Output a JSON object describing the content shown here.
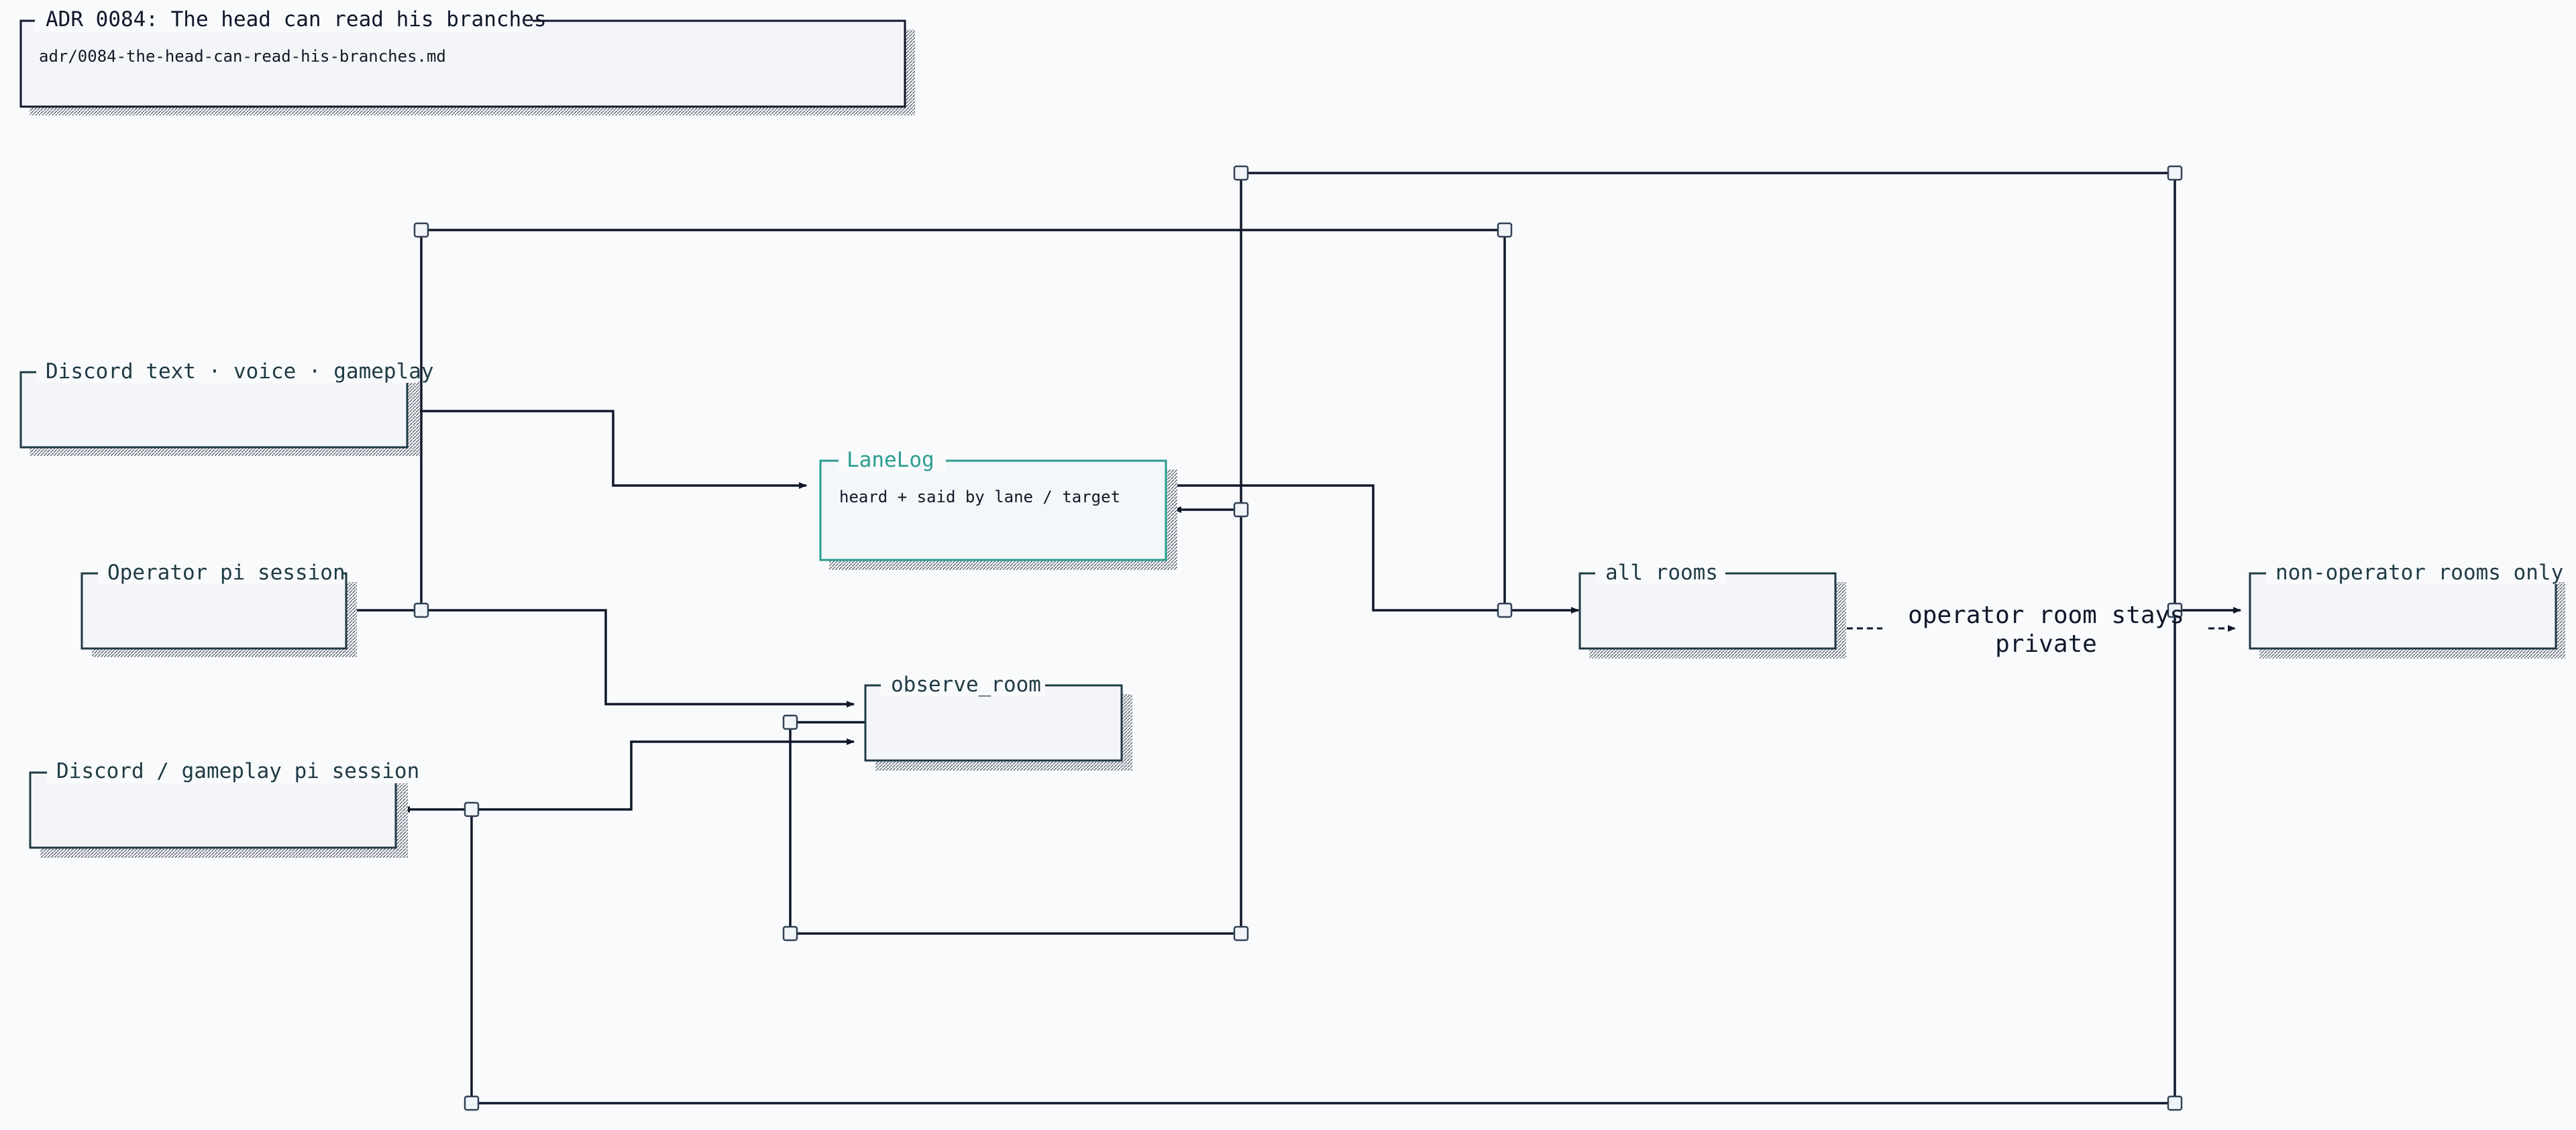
{
  "header": {
    "title": "ADR 0084: The head can read his branches",
    "file": "adr/0084-the-head-can-read-his-branches.md"
  },
  "nodes": {
    "discord_inputs": {
      "title": "Discord text · voice · gameplay"
    },
    "operator_session": {
      "title": "Operator pi session"
    },
    "discord_session": {
      "title": "Discord / gameplay pi session"
    },
    "lanelog": {
      "title": "LaneLog",
      "subtitle": "heard + said by lane / target"
    },
    "observe_room": {
      "title": "observe_room"
    },
    "all_rooms": {
      "title": "all rooms"
    },
    "non_operator": {
      "title": "non-operator rooms only"
    }
  },
  "note": {
    "line1": "operator room stays",
    "line2": "private"
  },
  "colors": {
    "background": "#f8fafc",
    "box_fill": "#f3f5f8",
    "box_border": "#1f3a44",
    "accent": "#2a9d8f",
    "edge": "#0f172a"
  }
}
